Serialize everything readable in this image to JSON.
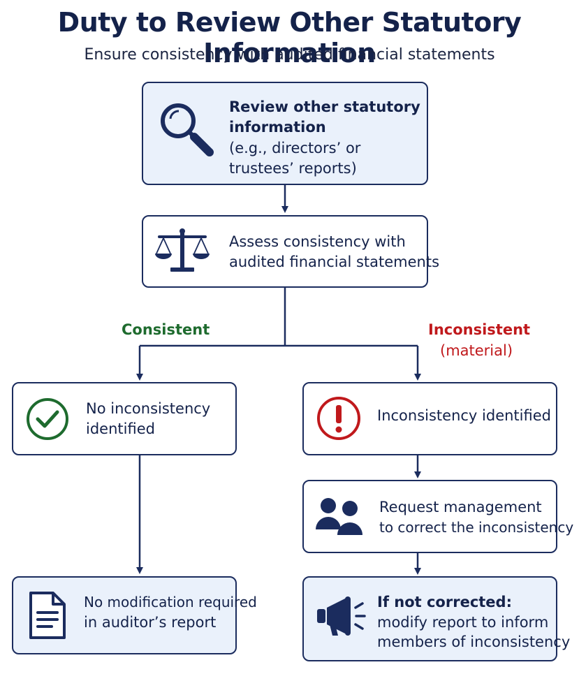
{
  "title": "Duty to Review Other Statutory Information",
  "subtitle": "Ensure consistency with audited financial statements",
  "colors": {
    "navy": "#1b2c5e",
    "green": "#1e6b2e",
    "red": "#c0191c",
    "tint": "#eaf1fb"
  },
  "steps": {
    "review": {
      "bold_line1": "Review other statutory",
      "bold_line2": "information",
      "line3": "(e.g., directors’ or",
      "line4": "trustees’ reports)",
      "icon": "magnifier-icon"
    },
    "assess": {
      "line1": "Assess consistency with",
      "line2": "audited financial statements",
      "icon": "scales-icon"
    },
    "consistent": {
      "line1": "No inconsistency",
      "line2": "identified",
      "icon": "check-circle-icon"
    },
    "inconsistent": {
      "line1": "Inconsistency identified",
      "icon": "exclamation-circle-icon"
    },
    "request": {
      "line1": "Request management",
      "line2": "to correct the inconsistency",
      "icon": "people-icon"
    },
    "no_modification": {
      "line1": "No modification required",
      "line2": "in auditor’s report",
      "icon": "document-icon"
    },
    "not_corrected": {
      "bold_line1": "If not corrected:",
      "line2": "modify report to inform",
      "line3": "members of inconsistency",
      "icon": "megaphone-icon"
    }
  },
  "branches": {
    "left": "Consistent",
    "right_line1": "Inconsistent",
    "right_line2": "(material)"
  }
}
